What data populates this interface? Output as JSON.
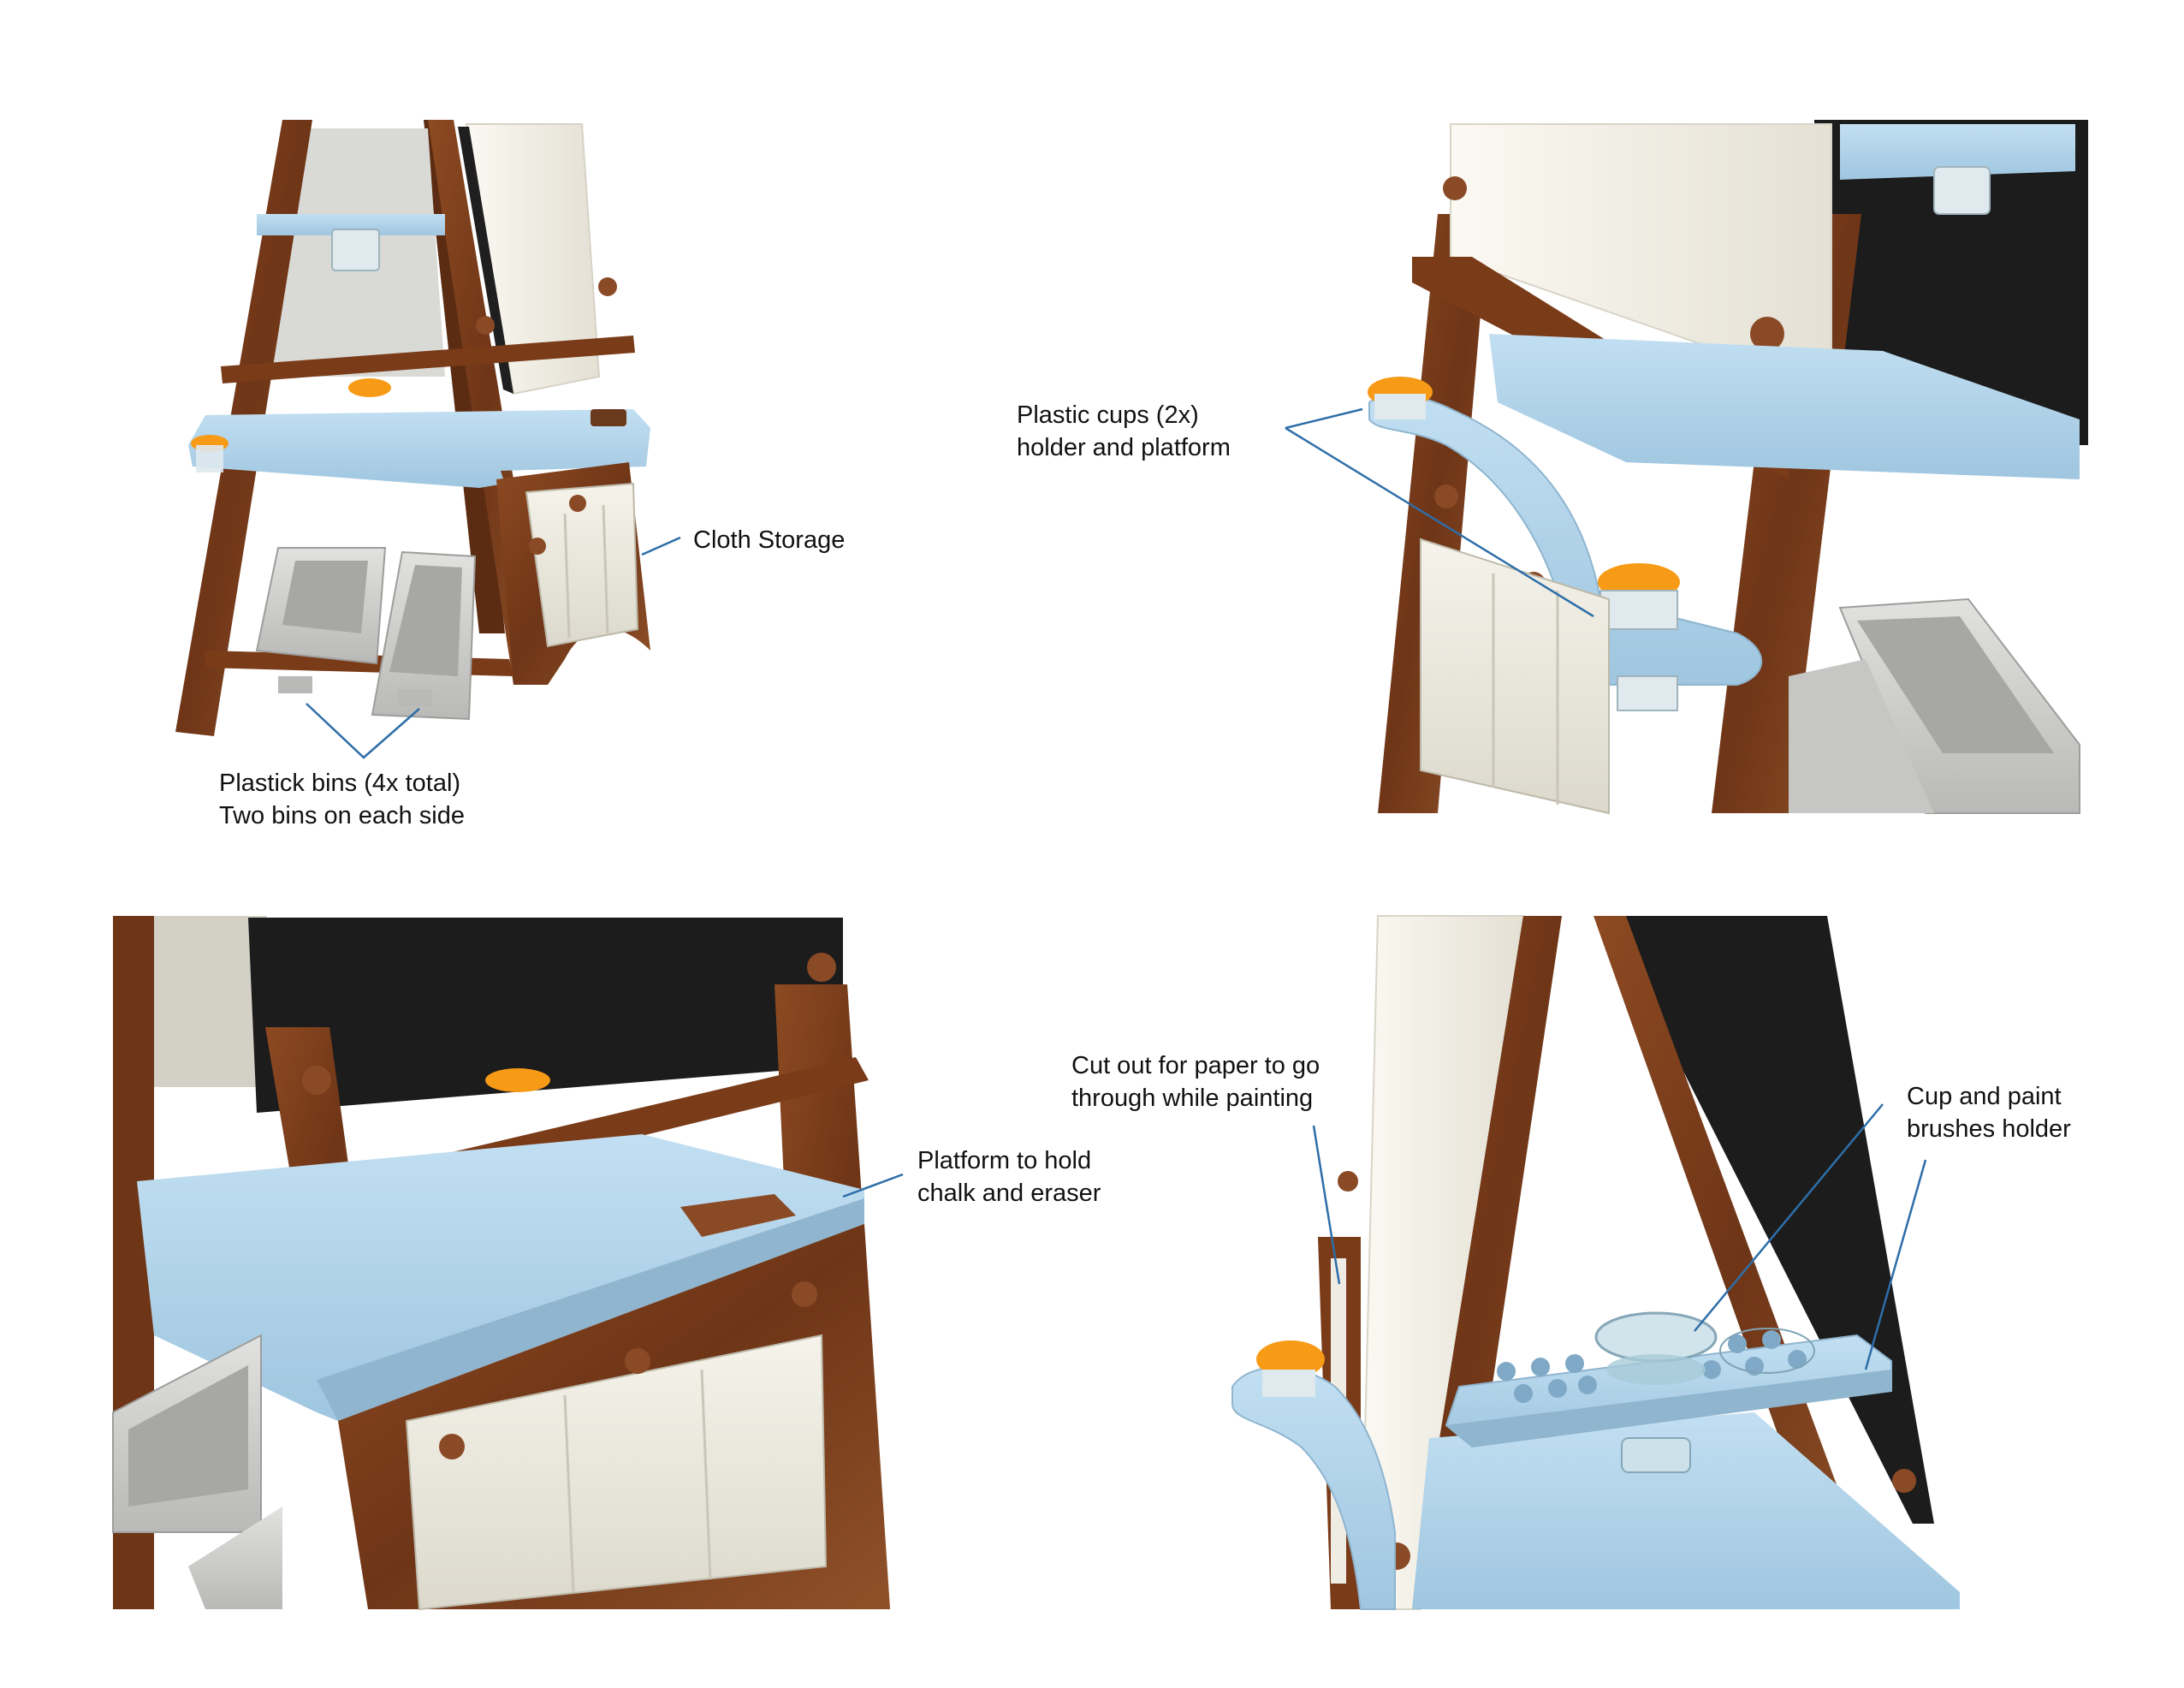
{
  "colors": {
    "wood": "#7a3f1c",
    "wood_dark": "#4e250f",
    "wood_light": "#a0592a",
    "shelf_blue": "#a9cfe8",
    "shelf_blue_dark": "#7fa9c6",
    "cloth": "#eceae0",
    "cloth_shadow": "#c9c6b9",
    "bin": "#d3d3d1",
    "bin_inner": "#a7a7a5",
    "lid_orange": "#f79a16",
    "board_white": "#f2efe6",
    "chalkboard": "#1c1c1c",
    "leader_line": "#2e6ea8",
    "peg": "#8b4a26",
    "glass": "#cfe2ea"
  },
  "callouts": {
    "cloth_storage": {
      "line1": "Cloth Storage"
    },
    "plastic_bins": {
      "line1": "Plastick bins (4x total)",
      "line2": "Two bins on each side"
    },
    "plastic_cups": {
      "line1": "Plastic cups (2x)",
      "line2": "holder and platform"
    },
    "chalk_platform": {
      "line1": "Platform to hold",
      "line2": "chalk and eraser"
    },
    "paper_cutout": {
      "line1": "Cut out for paper to go",
      "line2": "through while painting"
    },
    "cup_brushes": {
      "line1": "Cup and paint",
      "line2": "brushes holder"
    }
  }
}
